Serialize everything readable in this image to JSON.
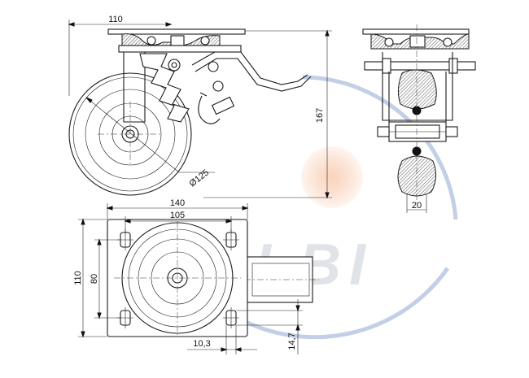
{
  "drawing": {
    "dimensions": {
      "top_width": "110",
      "height": "167",
      "wheel_diameter": "Ø125",
      "wheel_width": "20",
      "plate_width": "140",
      "hole_spacing_x": "105",
      "plate_depth": "110",
      "hole_spacing_y": "80",
      "hole_size": "10,3",
      "brake_offset": "14,7"
    },
    "watermark": {
      "text": "ELBI",
      "colors": {
        "blue": "#1f4fa8",
        "orange": "#f08a4b",
        "grey": "#9aa4b4"
      }
    },
    "line_color": "#1a1a1a"
  }
}
